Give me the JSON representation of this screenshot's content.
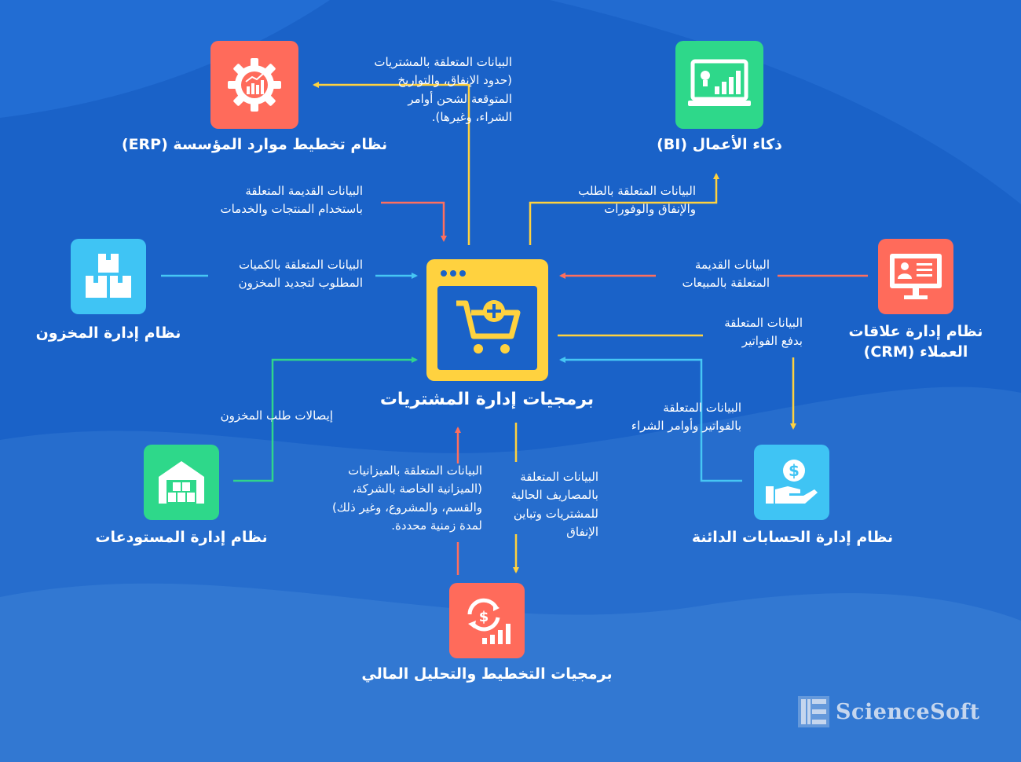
{
  "center": {
    "title": "برمجيات إدارة المشتريات"
  },
  "systems": {
    "erp": "نظام تخطيط موارد المؤسسة (ERP)",
    "bi": "ذكاء الأعمال (BI)",
    "inventory": "نظام إدارة المخزون",
    "crm_line1": "نظام إدارة علاقات",
    "crm_line2": "العملاء (CRM)",
    "warehouse": "نظام إدارة المستودعات",
    "ap": "نظام إدارة الحسابات الدائنة",
    "fpa": "برمجيات التخطيط والتحليل المالي"
  },
  "flows": {
    "to_erp": "البيانات المتعلقة بالمشتريات\n(حدود الإنفاق، والتواريخ\nالمتوقعة لشحن أوامر\nالشراء، وغيرها).",
    "from_erp": "البيانات القديمة المتعلقة\nباستخدام المنتجات والخدمات",
    "to_bi": "البيانات المتعلقة بالطلب\nوالإنفاق والوفورات",
    "from_inventory": "البيانات المتعلقة بالكميات\nالمطلوب لتجديد المخزون",
    "from_crm": "البيانات القديمة\nالمتعلقة بالمبيعات",
    "to_ap": "البيانات المتعلقة\nبدفع الفواتير",
    "from_ap": "البيانات المتعلقة\nبالفواتير وأوامر الشراء",
    "from_warehouse": "إيصالات طلب المخزون",
    "from_fpa": "البيانات المتعلقة بالميزانيات\n(الميزانية الخاصة بالشركة،\nوالقسم، والمشروع، وغير ذلك)\nلمدة زمنية محددة.",
    "to_fpa": "البيانات المتعلقة\nبالمصاريف الحالية\nللمشتريات وتباين الإنفاق"
  },
  "brand": {
    "name": "ScienceSoft"
  },
  "icons": {
    "erp": "gear-chart-icon",
    "bi": "monitor-chart-icon",
    "inventory": "boxes-icon",
    "crm": "monitor-profile-icon",
    "center": "shopping-cart-add-icon",
    "warehouse": "warehouse-icon",
    "ap": "hand-dollar-icon",
    "fpa": "budget-chart-icon"
  },
  "colors": {
    "background": "#1a62c8",
    "center_box": "#ffd23f",
    "erp_box": "#ff6b5b",
    "bi_box": "#2ed88a",
    "inventory_box": "#3fc4f4",
    "crm_box": "#ff6b5b",
    "warehouse_box": "#2ed88a",
    "ap_box": "#3fc4f4",
    "fpa_box": "#ff6b5b",
    "arrow_yellow": "#ffd23f",
    "arrow_red": "#ff6f5e",
    "arrow_blue": "#46c6f4",
    "arrow_green": "#30d48c"
  }
}
